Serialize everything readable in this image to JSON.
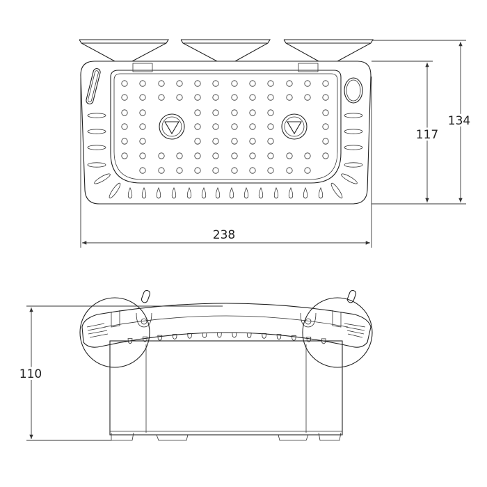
{
  "dimensions": {
    "top_width": "238",
    "top_depth_body": "117",
    "top_depth_total": "134",
    "front_height": "110"
  },
  "views": [
    "top-view",
    "front-view"
  ],
  "line_color": "#222222"
}
